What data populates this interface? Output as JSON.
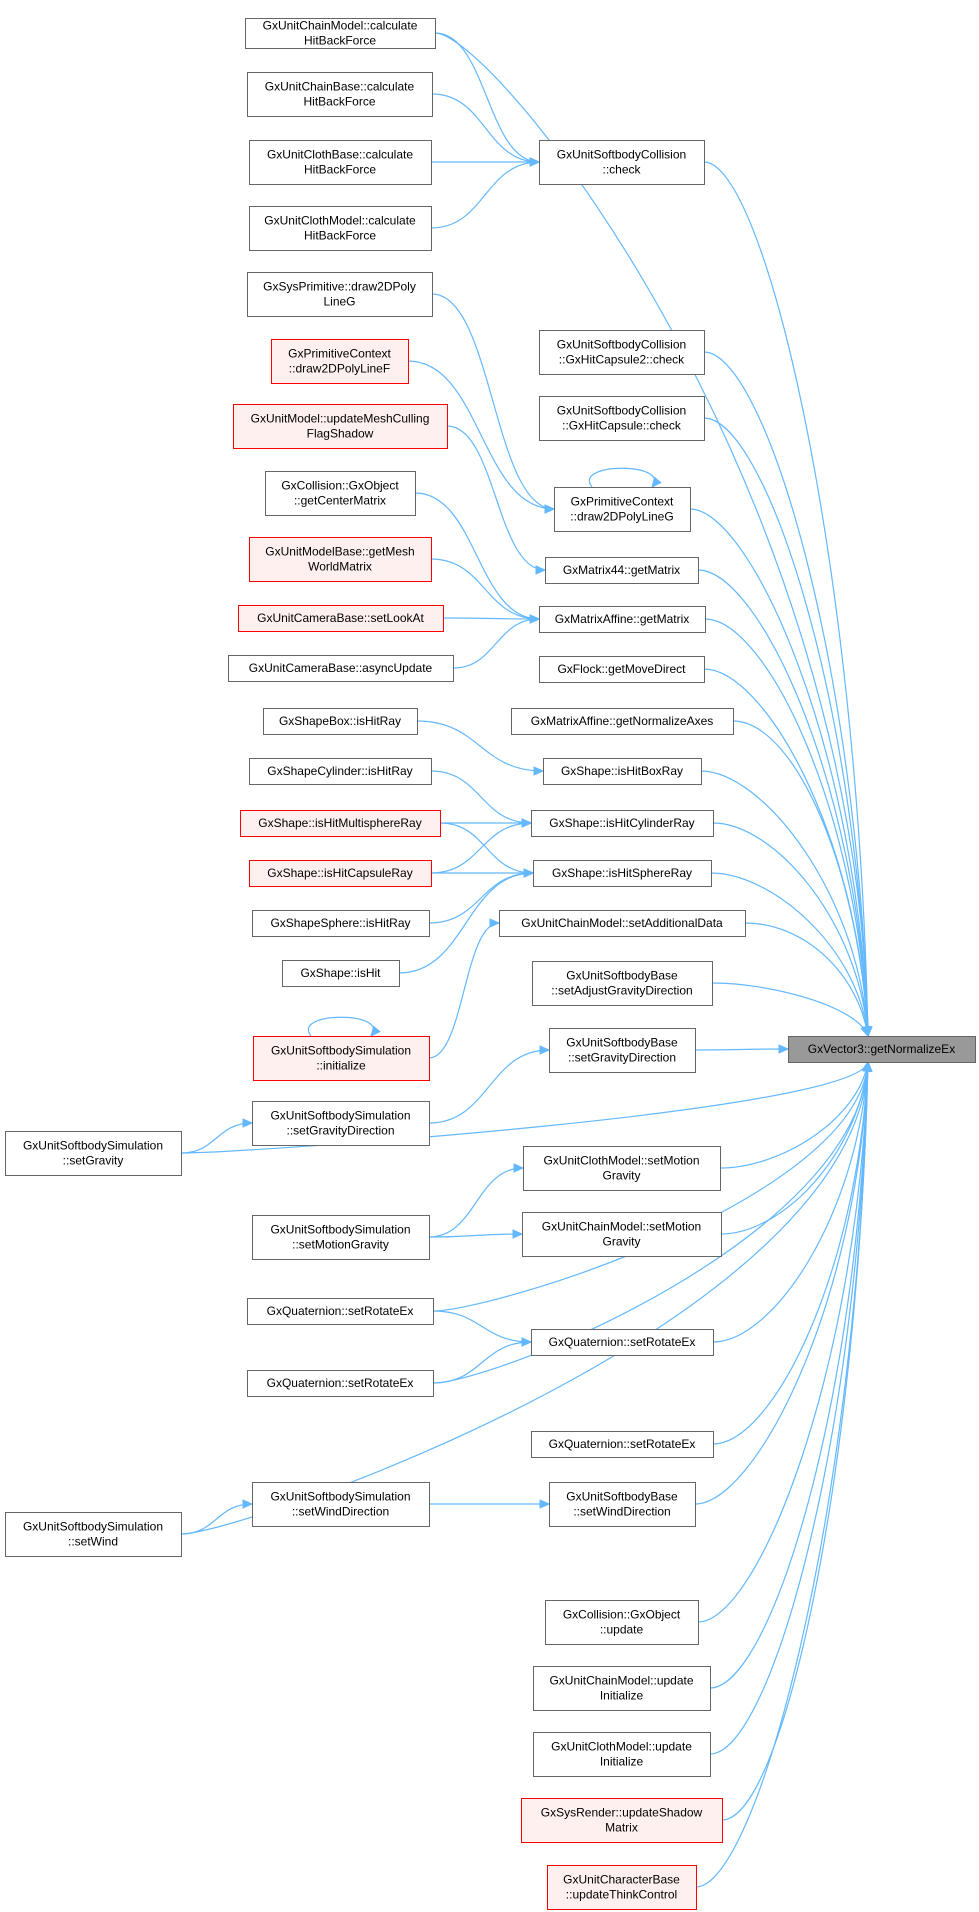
{
  "colors": {
    "edge": "#63b8ff",
    "node_border": "#666666",
    "highlight_border": "#ff0000",
    "highlight_fill": "#fff0f0",
    "target_fill": "#999999"
  },
  "nodes": [
    {
      "id": "n1",
      "lines": [
        "GxUnitChainModel::calculate",
        "HitBackForce"
      ],
      "style": "normal"
    },
    {
      "id": "n2",
      "lines": [
        "GxUnitChainBase::calculate",
        "HitBackForce"
      ],
      "style": "normal"
    },
    {
      "id": "n3",
      "lines": [
        "GxUnitClothBase::calculate",
        "HitBackForce"
      ],
      "style": "normal"
    },
    {
      "id": "n4",
      "lines": [
        "GxUnitClothModel::calculate",
        "HitBackForce"
      ],
      "style": "normal"
    },
    {
      "id": "n5",
      "lines": [
        "GxUnitSoftbodyCollision",
        "::check"
      ],
      "style": "normal"
    },
    {
      "id": "n6",
      "lines": [
        "GxSysPrimitive::draw2DPoly",
        "LineG"
      ],
      "style": "normal"
    },
    {
      "id": "n7",
      "lines": [
        "GxPrimitiveContext",
        "::draw2DPolyLineF"
      ],
      "style": "red"
    },
    {
      "id": "n8",
      "lines": [
        "GxUnitModel::updateMeshCulling",
        "FlagShadow"
      ],
      "style": "red"
    },
    {
      "id": "n9",
      "lines": [
        "GxCollision::GxObject",
        "::getCenterMatrix"
      ],
      "style": "normal"
    },
    {
      "id": "n10",
      "lines": [
        "GxUnitModelBase::getMesh",
        "WorldMatrix"
      ],
      "style": "red"
    },
    {
      "id": "n11",
      "lines": [
        "GxUnitCameraBase::setLookAt"
      ],
      "style": "red"
    },
    {
      "id": "n12",
      "lines": [
        "GxUnitCameraBase::asyncUpdate"
      ],
      "style": "normal"
    },
    {
      "id": "n13",
      "lines": [
        "GxUnitSoftbodyCollision",
        "::GxHitCapsule2::check"
      ],
      "style": "normal"
    },
    {
      "id": "n14",
      "lines": [
        "GxUnitSoftbodyCollision",
        "::GxHitCapsule::check"
      ],
      "style": "normal"
    },
    {
      "id": "n15",
      "lines": [
        "GxPrimitiveContext",
        "::draw2DPolyLineG"
      ],
      "style": "normal"
    },
    {
      "id": "n16",
      "lines": [
        "GxMatrix44::getMatrix"
      ],
      "style": "normal"
    },
    {
      "id": "n17",
      "lines": [
        "GxMatrixAffine::getMatrix"
      ],
      "style": "normal"
    },
    {
      "id": "n18",
      "lines": [
        "GxFlock::getMoveDirect"
      ],
      "style": "normal"
    },
    {
      "id": "n19",
      "lines": [
        "GxShapeBox::isHitRay"
      ],
      "style": "normal"
    },
    {
      "id": "n20",
      "lines": [
        "GxMatrixAffine::getNormalizeAxes"
      ],
      "style": "normal"
    },
    {
      "id": "n21",
      "lines": [
        "GxShapeCylinder::isHitRay"
      ],
      "style": "normal"
    },
    {
      "id": "n22",
      "lines": [
        "GxShape::isHitBoxRay"
      ],
      "style": "normal"
    },
    {
      "id": "n23",
      "lines": [
        "GxShape::isHitMultisphereRay"
      ],
      "style": "red"
    },
    {
      "id": "n24",
      "lines": [
        "GxShape::isHitCylinderRay"
      ],
      "style": "normal"
    },
    {
      "id": "n25",
      "lines": [
        "GxShape::isHitCapsuleRay"
      ],
      "style": "red"
    },
    {
      "id": "n26",
      "lines": [
        "GxShape::isHitSphereRay"
      ],
      "style": "normal"
    },
    {
      "id": "n27",
      "lines": [
        "GxShapeSphere::isHitRay"
      ],
      "style": "normal"
    },
    {
      "id": "n28",
      "lines": [
        "GxUnitChainModel::setAdditionalData"
      ],
      "style": "normal"
    },
    {
      "id": "n29",
      "lines": [
        "GxShape::isHit"
      ],
      "style": "normal"
    },
    {
      "id": "n30",
      "lines": [
        "GxUnitSoftbodyBase",
        "::setAdjustGravityDirection"
      ],
      "style": "normal"
    },
    {
      "id": "n31",
      "lines": [
        "GxUnitSoftbodySimulation",
        "::initialize"
      ],
      "style": "red"
    },
    {
      "id": "n32",
      "lines": [
        "GxUnitSoftbodyBase",
        "::setGravityDirection"
      ],
      "style": "normal"
    },
    {
      "id": "n33",
      "lines": [
        "GxVector3::getNormalizeEx"
      ],
      "style": "target"
    },
    {
      "id": "n34",
      "lines": [
        "GxUnitSoftbodySimulation",
        "::setGravityDirection"
      ],
      "style": "normal"
    },
    {
      "id": "n35",
      "lines": [
        "GxUnitSoftbodySimulation",
        "::setGravity"
      ],
      "style": "normal"
    },
    {
      "id": "n36",
      "lines": [
        "GxUnitClothModel::setMotion",
        "Gravity"
      ],
      "style": "normal"
    },
    {
      "id": "n37",
      "lines": [
        "GxUnitSoftbodySimulation",
        "::setMotionGravity"
      ],
      "style": "normal"
    },
    {
      "id": "n38",
      "lines": [
        "GxUnitChainModel::setMotion",
        "Gravity"
      ],
      "style": "normal"
    },
    {
      "id": "n39",
      "lines": [
        "GxQuaternion::setRotateEx"
      ],
      "style": "normal"
    },
    {
      "id": "n40",
      "lines": [
        "GxQuaternion::setRotateEx"
      ],
      "style": "normal"
    },
    {
      "id": "n41",
      "lines": [
        "GxQuaternion::setRotateEx"
      ],
      "style": "normal"
    },
    {
      "id": "n42",
      "lines": [
        "GxQuaternion::setRotateEx"
      ],
      "style": "normal"
    },
    {
      "id": "n43",
      "lines": [
        "GxUnitSoftbodySimulation",
        "::setWindDirection"
      ],
      "style": "normal"
    },
    {
      "id": "n44",
      "lines": [
        "GxUnitSoftbodyBase",
        "::setWindDirection"
      ],
      "style": "normal"
    },
    {
      "id": "n45",
      "lines": [
        "GxUnitSoftbodySimulation",
        "::setWind"
      ],
      "style": "normal"
    },
    {
      "id": "n46",
      "lines": [
        "GxCollision::GxObject",
        "::update"
      ],
      "style": "normal"
    },
    {
      "id": "n47",
      "lines": [
        "GxUnitChainModel::update",
        "Initialize"
      ],
      "style": "normal"
    },
    {
      "id": "n48",
      "lines": [
        "GxUnitClothModel::update",
        "Initialize"
      ],
      "style": "normal"
    },
    {
      "id": "n49",
      "lines": [
        "GxSysRender::updateShadow",
        "Matrix"
      ],
      "style": "red"
    },
    {
      "id": "n50",
      "lines": [
        "GxUnitCharacterBase",
        "::updateThinkControl"
      ],
      "style": "red"
    }
  ]
}
